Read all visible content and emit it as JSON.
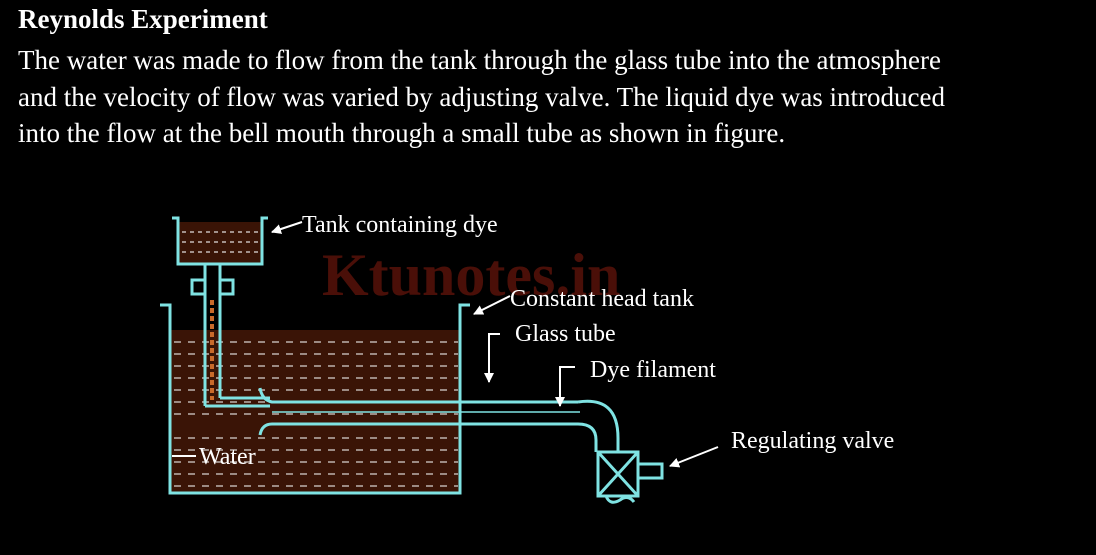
{
  "slide": {
    "title": "Reynolds Experiment",
    "paragraph_lines": [
      "The water was made to flow from the tank through the glass tube into the atmosphere",
      "and the velocity of flow was varied by adjusting valve. The liquid dye was introduced",
      "into the flow at the bell mouth through a small tube as shown in figure."
    ]
  },
  "diagram": {
    "watermark": "Ktunotes.in",
    "labels": {
      "tank_dye": "Tank containing dye",
      "constant_head": "Constant head tank",
      "glass_tube": "Glass tube",
      "dye_filament": "Dye filament",
      "valve": "Regulating valve",
      "water": "Water"
    },
    "colors": {
      "background": "#000000",
      "apparatus": "#7fe3e3",
      "water_fill": "#3a1406",
      "dye": "#c96a2a",
      "text": "#ffffff"
    }
  }
}
